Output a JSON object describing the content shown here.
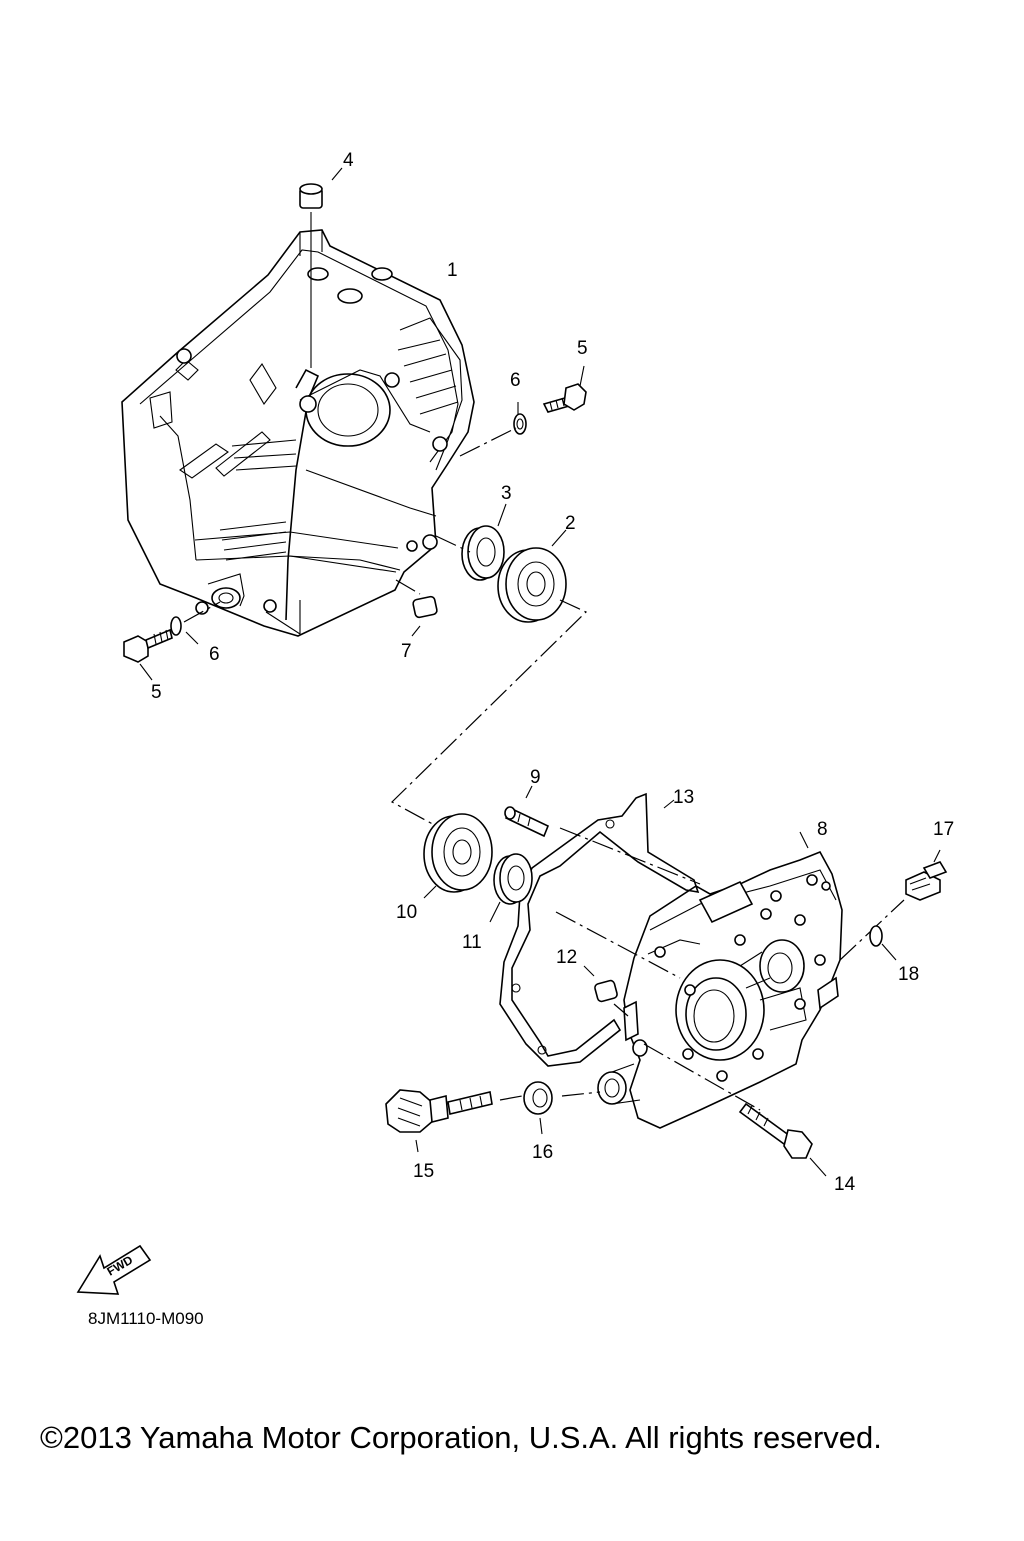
{
  "diagram": {
    "part_labels": [
      {
        "key": "p1",
        "text": "1"
      },
      {
        "key": "p2",
        "text": "2"
      },
      {
        "key": "p3",
        "text": "3"
      },
      {
        "key": "p4",
        "text": "4"
      },
      {
        "key": "p5a",
        "text": "5"
      },
      {
        "key": "p5b",
        "text": "5"
      },
      {
        "key": "p6a",
        "text": "6"
      },
      {
        "key": "p6b",
        "text": "6"
      },
      {
        "key": "p7",
        "text": "7"
      },
      {
        "key": "p8",
        "text": "8"
      },
      {
        "key": "p9",
        "text": "9"
      },
      {
        "key": "p10",
        "text": "10"
      },
      {
        "key": "p11",
        "text": "11"
      },
      {
        "key": "p12",
        "text": "12"
      },
      {
        "key": "p13",
        "text": "13"
      },
      {
        "key": "p14",
        "text": "14"
      },
      {
        "key": "p15",
        "text": "15"
      },
      {
        "key": "p16",
        "text": "16"
      },
      {
        "key": "p17",
        "text": "17"
      },
      {
        "key": "p18",
        "text": "18"
      }
    ],
    "fwd_label": "FWD",
    "reference_code": "8JM1110-M090",
    "copyright": "©2013 Yamaha Motor Corporation, U.S.A. All rights reserved."
  }
}
